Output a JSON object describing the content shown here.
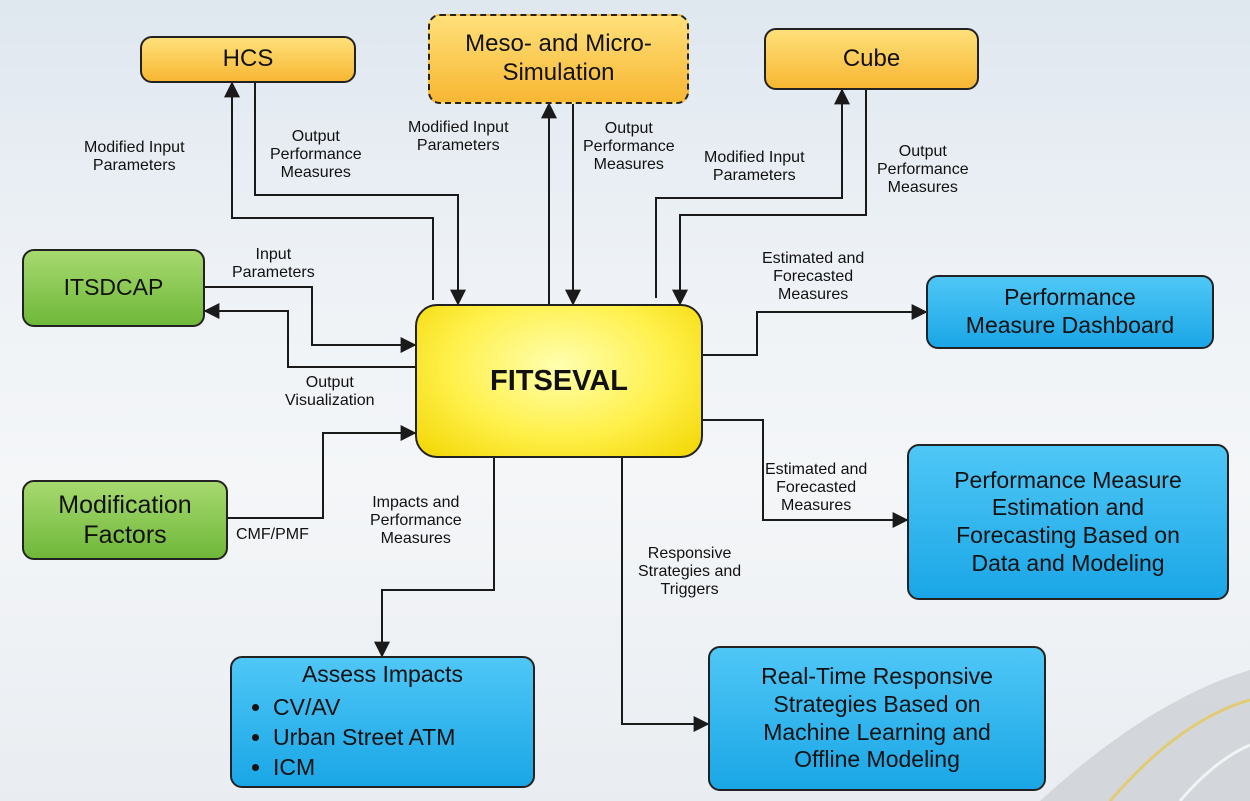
{
  "boxes": {
    "hcs": "HCS",
    "meso": [
      "Meso- and Micro-",
      "Simulation"
    ],
    "cube": "Cube",
    "itsdcap": "ITSDCAP",
    "modification": [
      "Modification",
      "Factors"
    ],
    "fitseval": "FITSEVAL",
    "dashboard": [
      "Performance",
      "Measure Dashboard"
    ],
    "estimation": [
      "Performance Measure",
      "Estimation and",
      "Forecasting Based on",
      "Data and Modeling"
    ],
    "assess_title": "Assess Impacts",
    "assess_items": [
      "CV/AV",
      "Urban Street ATM",
      "ICM"
    ],
    "realtime": [
      "Real-Time Responsive",
      "Strategies Based on",
      "Machine Learning and",
      "Offline Modeling"
    ]
  },
  "labels": {
    "hcs_in": [
      "Modified Input",
      "Parameters"
    ],
    "hcs_out": [
      "Output",
      "Performance",
      "Measures"
    ],
    "meso_in": [
      "Modified Input",
      "Parameters"
    ],
    "meso_out": [
      "Output",
      "Performance",
      "Measures"
    ],
    "cube_in": [
      "Modified Input",
      "Parameters"
    ],
    "cube_out": [
      "Output",
      "Performance",
      "Measures"
    ],
    "itsdcap_in": [
      "Input",
      "Parameters"
    ],
    "itsdcap_out": [
      "Output",
      "Visualization"
    ],
    "cmf": "CMF/PMF",
    "impacts": [
      "Impacts and",
      "Performance",
      "Measures"
    ],
    "responsive": [
      "Responsive",
      "Strategies and",
      "Triggers"
    ],
    "est1": [
      "Estimated and",
      "Forecasted",
      "Measures"
    ],
    "est2": [
      "Estimated and",
      "Forecasted",
      "Measures"
    ]
  },
  "colors": {
    "orange": "#f7b733",
    "green": "#6fb83a",
    "blue": "#1aa6e6",
    "yellow": "#fff04a",
    "line": "#1a1a1a"
  }
}
